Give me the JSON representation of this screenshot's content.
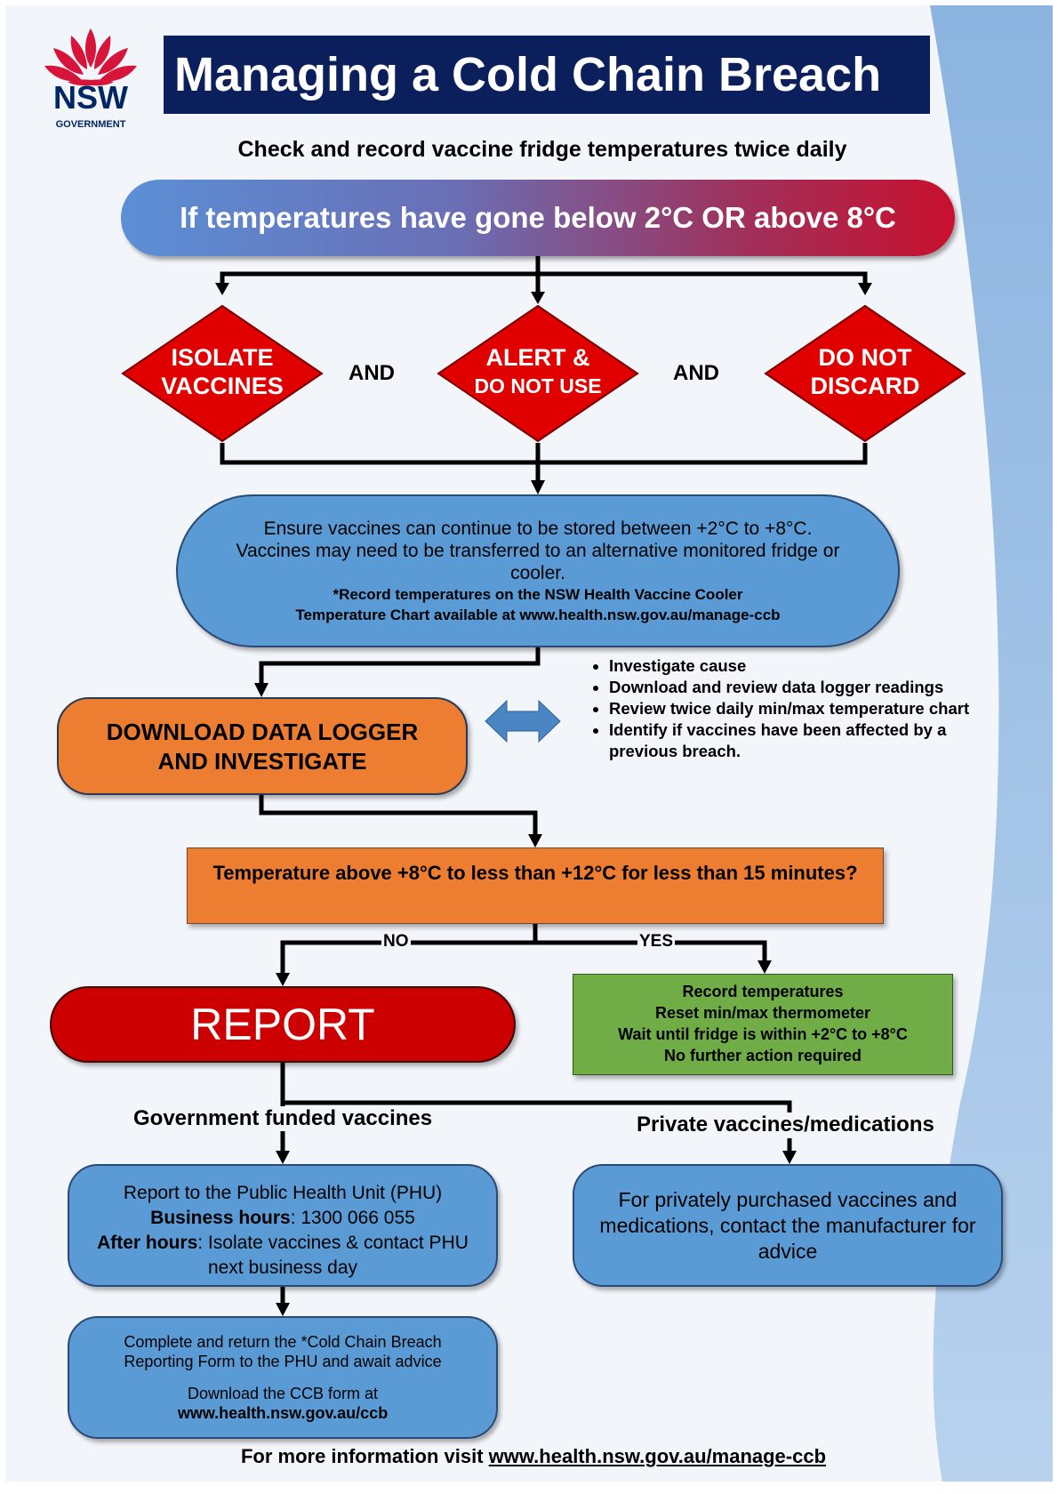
{
  "header": {
    "logo_text": "NSW",
    "logo_subtext": "GOVERNMENT",
    "title": "Managing a Cold Chain Breach"
  },
  "subtitle": "Check and record vaccine fridge temperatures twice daily",
  "condition": "If temperatures have gone below 2°C OR above 8°C",
  "actions": {
    "isolate": [
      "ISOLATE",
      "VACCINES"
    ],
    "alert": [
      "ALERT &",
      "DO NOT USE"
    ],
    "discard": [
      "DO NOT",
      "DISCARD"
    ],
    "and_label": "AND"
  },
  "ensure": {
    "line1": "Ensure vaccines can continue to be stored between +2°C to +8°C.",
    "line2": "Vaccines may need to be transferred to an alternative monitored fridge or",
    "line3": "cooler.",
    "note1": "*Record temperatures on the NSW Health Vaccine Cooler",
    "note2": "Temperature Chart available at www.health.nsw.gov.au/manage-ccb"
  },
  "download": [
    "DOWNLOAD DATA LOGGER",
    "AND INVESTIGATE"
  ],
  "investigate_list": [
    "Investigate cause",
    "Download and review data logger readings",
    "Review twice daily min/max temperature chart",
    "Identify if vaccines have been affected by a previous breach."
  ],
  "question": "Temperature above +8°C to less than +12°C for less than 15 minutes?",
  "no_label": "NO",
  "yes_label": "YES",
  "report": "REPORT",
  "record": [
    "Record temperatures",
    "Reset min/max thermometer",
    "Wait until fridge is within +2°C to +8°C",
    "No further action required"
  ],
  "gov_heading": "Government funded vaccines",
  "private_heading": "Private vaccines/medications",
  "phu": {
    "line1": "Report to the Public Health Unit (PHU)",
    "business_label": "Business hours",
    "business_value": ": 1300 066 055",
    "after_label": "After hours",
    "after_value": ": Isolate vaccines & contact PHU",
    "line4": "next business day"
  },
  "private_text": "For privately purchased vaccines and medications, contact the manufacturer for advice",
  "ccb": {
    "line1": "Complete and return the *Cold Chain Breach",
    "line2": "Reporting Form to the PHU and await advice",
    "line3": "Download the CCB form at",
    "link": "www.health.nsw.gov.au/ccb"
  },
  "footer": {
    "prefix": "For more information visit ",
    "link": "www.health.nsw.gov.au/manage-ccb"
  },
  "colors": {
    "navy": "#0a1f5c",
    "red": "#cc0000",
    "blue_box": "#5b9bd5",
    "orange": "#ed7d31",
    "green": "#70ad47",
    "diamond": "#e00000"
  }
}
